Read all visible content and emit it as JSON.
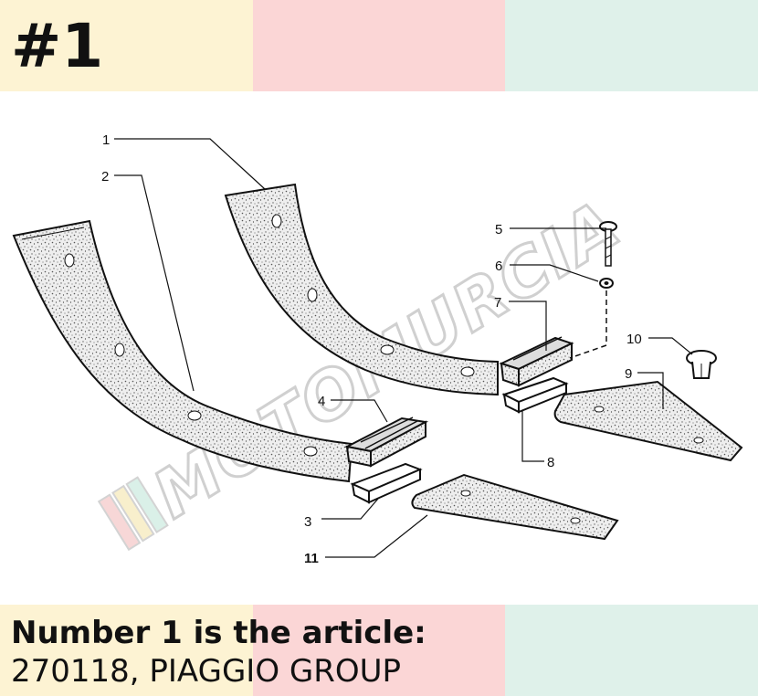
{
  "header": {
    "number": "#1"
  },
  "diagram": {
    "callouts": [
      "1",
      "2",
      "3",
      "4",
      "5",
      "6",
      "7",
      "8",
      "9",
      "10",
      "11"
    ],
    "watermark": "MOTOMURCIA"
  },
  "footer": {
    "line1": "Number 1 is the article:",
    "line2": "270118, PIAGGIO GROUP"
  },
  "colors": {
    "yellow": "#fdf3d3",
    "pink": "#fbd6d6",
    "mint": "#dff1ea",
    "ink": "#111111"
  }
}
